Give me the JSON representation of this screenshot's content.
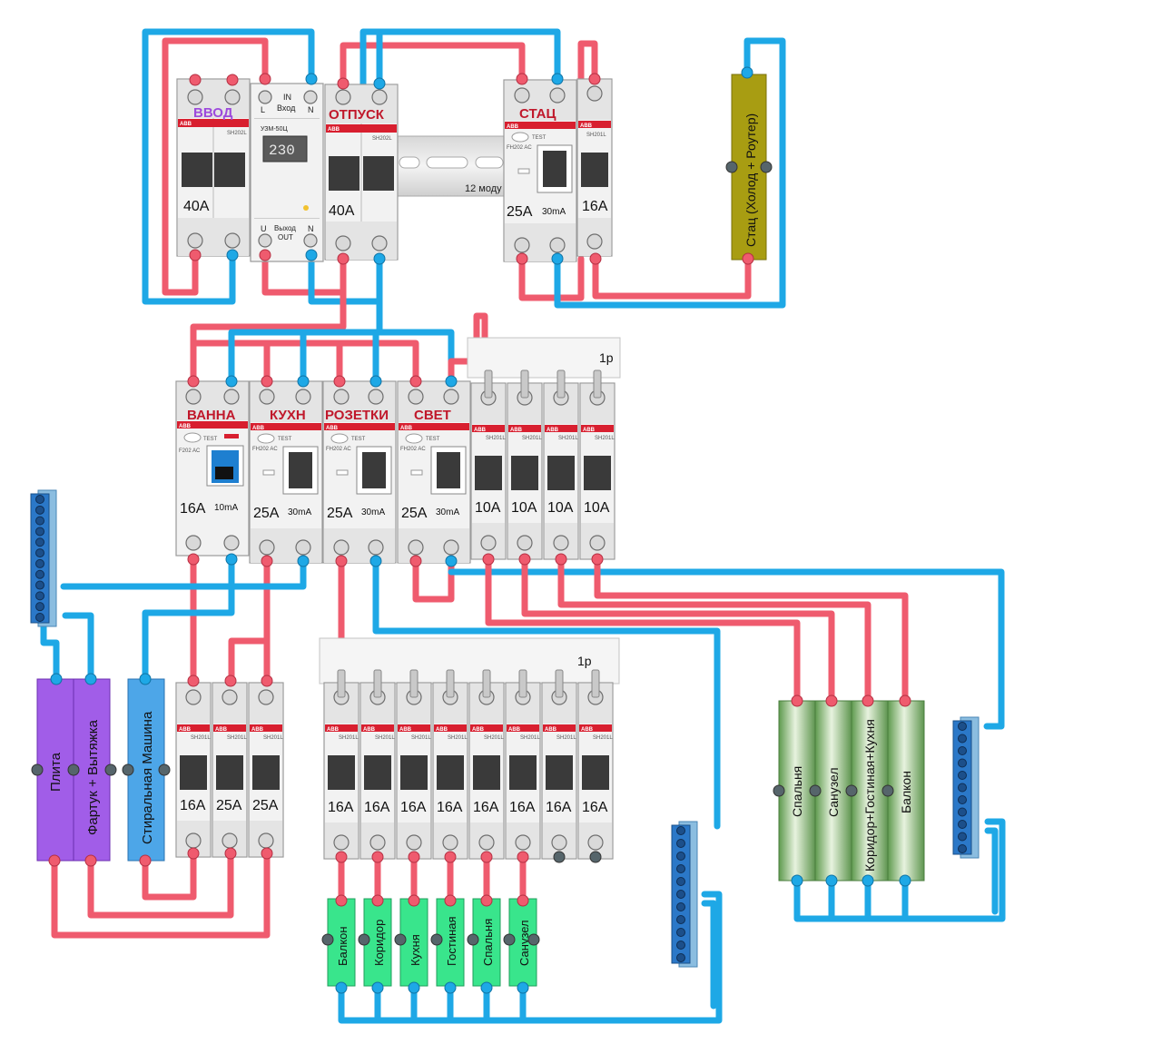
{
  "top_row": {
    "vvod": {
      "label": "ВВОД",
      "rating": "40A",
      "brand": "ABB",
      "model": "SH202L"
    },
    "relay": {
      "model": "УЗМ-50Ц",
      "display": "230",
      "in_top": "IN",
      "in_mid": "Вход",
      "L": "L",
      "N": "N",
      "out_top": "Выход",
      "out_bot": "OUT",
      "U": "U",
      "N2": "N"
    },
    "otpusk": {
      "label": "ОТПУСК",
      "rating": "40A",
      "brand": "ABB",
      "model": "SH202L"
    },
    "rail_label": "12 моду",
    "stac": {
      "label": "СТАЦ",
      "rating": "25A",
      "sens": "30mA",
      "brand": "ABB",
      "model": "FH202 AC",
      "test": "TEST"
    },
    "small16": {
      "rating": "16A",
      "brand": "ABB",
      "model": "SH201L"
    },
    "router_box": "Стац (Холод + Роутер)"
  },
  "mid_row": {
    "vanna": {
      "label": "ВАННА",
      "rating": "16A",
      "sens": "10mA",
      "brand": "ABB",
      "model": "F202 AC",
      "test": "TEST"
    },
    "kuhn": {
      "label": "КУХН",
      "rating": "25A",
      "sens": "30mA",
      "brand": "ABB",
      "model": "FH202 AC",
      "test": "TEST"
    },
    "rozetki": {
      "label": "РОЗЕТКИ",
      "rating": "25A",
      "sens": "30mA",
      "brand": "ABB",
      "model": "FH202 AC",
      "test": "TEST"
    },
    "svet": {
      "label": "СВЕТ",
      "rating": "25A",
      "sens": "30mA",
      "brand": "ABB",
      "model": "FH202 AC",
      "test": "TEST"
    },
    "comb_label": "1p",
    "breakers": [
      {
        "rating": "10A",
        "brand": "ABB",
        "model": "SH201L"
      },
      {
        "rating": "10A",
        "brand": "ABB",
        "model": "SH201L"
      },
      {
        "rating": "10A",
        "brand": "ABB",
        "model": "SH201L"
      },
      {
        "rating": "10A",
        "brand": "ABB",
        "model": "SH201L"
      }
    ]
  },
  "bottom_left": {
    "breakers": [
      {
        "rating": "16A",
        "brand": "ABB",
        "model": "SH201L"
      },
      {
        "rating": "25A",
        "brand": "ABB",
        "model": "SH201L"
      },
      {
        "rating": "25A",
        "brand": "ABB",
        "model": "SH201L"
      }
    ],
    "loads": [
      "Плита",
      "Фартук + Вытяжка",
      "Стиральная Машина"
    ]
  },
  "bottom_mid": {
    "comb_label": "1p",
    "breakers": [
      {
        "rating": "16A",
        "brand": "ABB",
        "model": "SH201L"
      },
      {
        "rating": "16A",
        "brand": "ABB",
        "model": "SH201L"
      },
      {
        "rating": "16A",
        "brand": "ABB",
        "model": "SH201L"
      },
      {
        "rating": "16A",
        "brand": "ABB",
        "model": "SH201L"
      },
      {
        "rating": "16A",
        "brand": "ABB",
        "model": "SH201L"
      },
      {
        "rating": "16A",
        "brand": "ABB",
        "model": "SH201L"
      },
      {
        "rating": "16A",
        "brand": "ABB",
        "model": "SH201L"
      },
      {
        "rating": "16A",
        "brand": "ABB",
        "model": "SH201L"
      }
    ],
    "loads": [
      "Балкон",
      "Коридор",
      "Кухня",
      "Гостиная",
      "Спальня",
      "Санузел"
    ]
  },
  "right_lights": {
    "loads": [
      "Спальня",
      "Санузел",
      "Коридор+Гостиная+Кухня",
      "Балкон"
    ]
  },
  "colors": {
    "phase": "#ef5b6e",
    "neutral": "#1ea8e6",
    "accent_red": "#d81f2f",
    "purple": "#a15de8",
    "light_blue": "#4da6e8",
    "green": "#39e58c",
    "olive": "#a89d12"
  }
}
